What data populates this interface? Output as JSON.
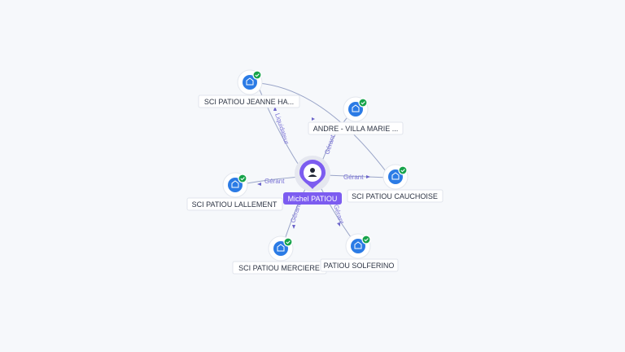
{
  "center": {
    "label": "Michel PATIOU",
    "icon": "person-icon"
  },
  "companies": [
    {
      "label": "SCI PATIOU JEANNE HA...",
      "icon": "building-icon",
      "verified": true
    },
    {
      "label": "ANDRE - VILLA MARIE ...",
      "icon": "building-icon",
      "verified": true
    },
    {
      "label": "SCI PATIOU CAUCHOISE",
      "icon": "building-icon",
      "verified": true
    },
    {
      "label": "SCI PATIOU LALLEMENT",
      "icon": "building-icon",
      "verified": true
    },
    {
      "label": "SCI PATIOU MERCIERE",
      "icon": "building-icon",
      "verified": true
    },
    {
      "label": "PATIOU SOLFERINO",
      "icon": "building-icon",
      "verified": true
    }
  ],
  "edges": [
    {
      "label": "Liquidateur"
    },
    {
      "label": "Gérant"
    },
    {
      "label": "Gérant"
    },
    {
      "label": "Gérant"
    },
    {
      "label": "Gérant"
    },
    {
      "label": "Gérant"
    }
  ],
  "colors": {
    "company_node": "#2b7be5",
    "verified_badge": "#16a34a",
    "person_node": "#7c5cf0",
    "edge": "#9aa5c8",
    "edge_label": "#7a72d6"
  }
}
